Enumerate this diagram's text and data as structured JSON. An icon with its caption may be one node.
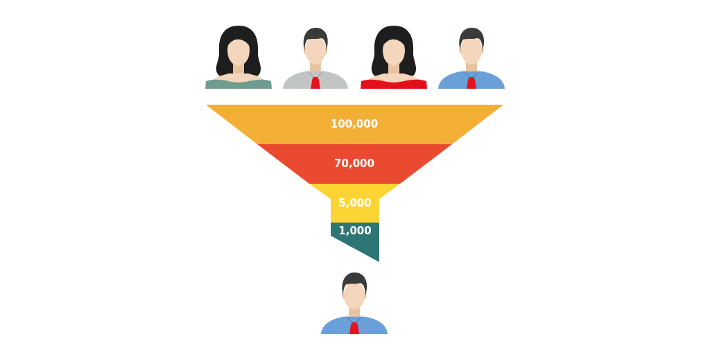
{
  "diagram": {
    "nodes": [
      {
        "text": [],
        "shape": "person"
      },
      {
        "text": [],
        "shape": "person"
      },
      {
        "text": [],
        "shape": "person"
      },
      {
        "text": [],
        "shape": "person"
      },
      {
        "text": [
          "100,000"
        ]
      },
      {
        "text": [
          "70,000"
        ]
      },
      {
        "text": [
          "5,000"
        ]
      },
      {
        "text": [
          "1,000"
        ]
      },
      {
        "text": [],
        "shape": "person"
      }
    ]
  }
}
